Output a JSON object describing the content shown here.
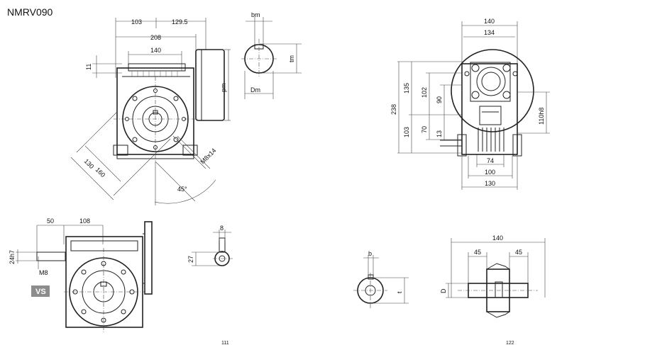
{
  "title": "NMRV090",
  "vs_label": "VS",
  "views": {
    "front": {
      "dims": [
        "103",
        "129.5",
        "208",
        "140",
        "11",
        "130",
        "160",
        "M8x14",
        "45°",
        "pm"
      ]
    },
    "keyway_top": {
      "dims": [
        "bm",
        "tm",
        "Dm"
      ]
    },
    "side": {
      "dims": [
        "140",
        "134",
        "238",
        "135",
        "102",
        "90",
        "70",
        "13",
        "103",
        "110h8",
        "74",
        "100",
        "130"
      ]
    },
    "vs": {
      "dims": [
        "50",
        "108",
        "24h7",
        "M8"
      ]
    },
    "vs_key": {
      "dims": [
        "8",
        "27"
      ]
    },
    "hollow": {
      "dims": [
        "b",
        "t"
      ]
    },
    "output": {
      "dims": [
        "140",
        "45",
        "45",
        "D"
      ]
    },
    "bottom": {
      "dims": [
        "111",
        "122"
      ]
    }
  }
}
